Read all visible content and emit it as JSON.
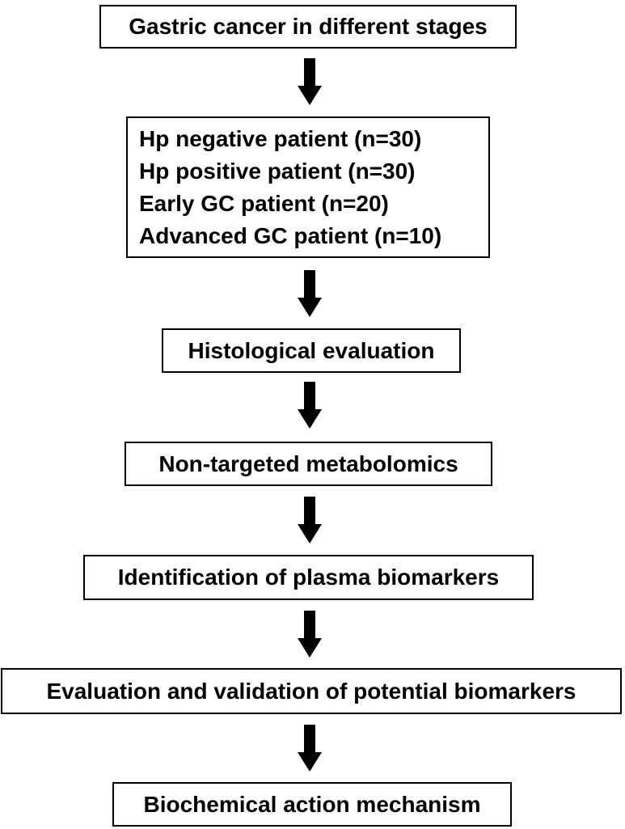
{
  "flowchart": {
    "steps": [
      {
        "label": "Gastric cancer in different stages"
      },
      {
        "lines": [
          "Hp negative patient (n=30)",
          "Hp positive patient (n=30)",
          "Early GC patient (n=20)",
          "Advanced GC patient (n=10)"
        ]
      },
      {
        "label": "Histological evaluation"
      },
      {
        "label": "Non-targeted metabolomics"
      },
      {
        "label": "Identification of plasma biomarkers"
      },
      {
        "label": "Evaluation and validation of potential biomarkers"
      },
      {
        "label": "Biochemical action mechanism"
      }
    ]
  }
}
